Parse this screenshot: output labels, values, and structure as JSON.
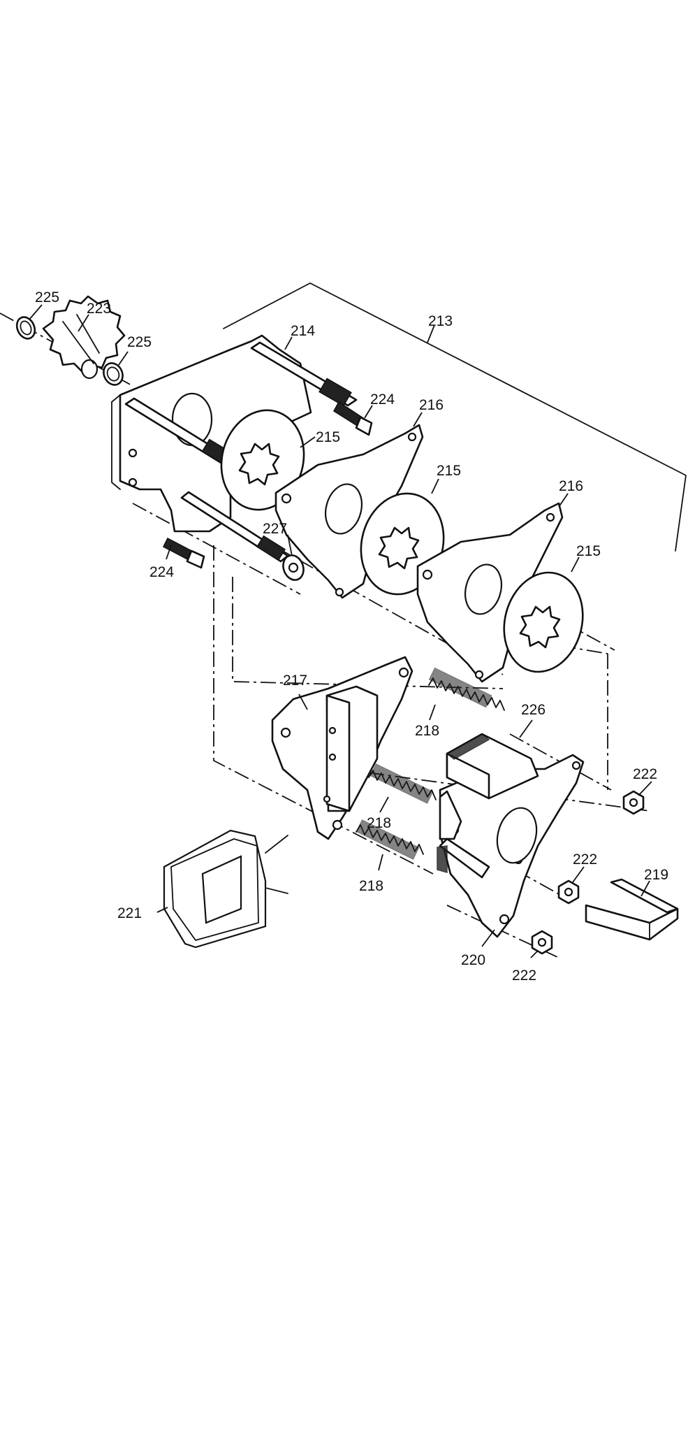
{
  "labels": {
    "l213": "213",
    "l214": "214",
    "l215a": "215",
    "l215b": "215",
    "l215c": "215",
    "l216a": "216",
    "l216b": "216",
    "l217": "217",
    "l218a": "218",
    "l218b": "218",
    "l218c": "218",
    "l219": "219",
    "l220": "220",
    "l221": "221",
    "l222a": "222",
    "l222b": "222",
    "l222c": "222",
    "l223": "223",
    "l224a": "224",
    "l224b": "224",
    "l225a": "225",
    "l225b": "225",
    "l226": "226",
    "l227": "227"
  }
}
